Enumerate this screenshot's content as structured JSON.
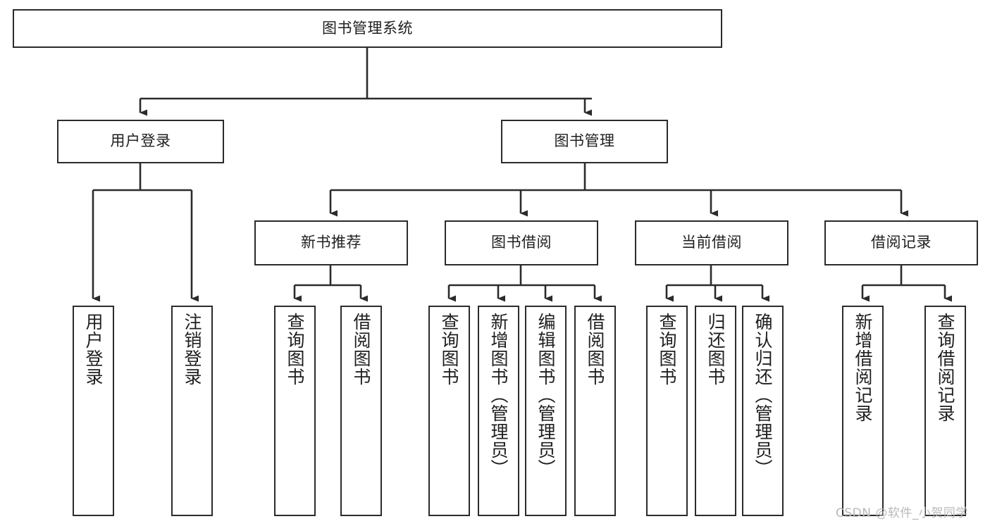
{
  "diagram": {
    "title": "图书管理系统",
    "type": "tree",
    "orientation": "top-down",
    "edge_color": "#2b2b2b",
    "node_border_color": "#2b2b2b",
    "node_fill_color": "#ffffff",
    "background_color": "#ffffff"
  },
  "watermark": {
    "text": "CSDN @软件_小贺同学",
    "color": "#b9b9b9"
  },
  "nodes": {
    "root": {
      "label": "图书管理系统"
    },
    "level2": [
      {
        "id": "user-login",
        "label": "用户登录"
      },
      {
        "id": "book-manage",
        "label": "图书管理"
      }
    ],
    "level3": [
      {
        "id": "new-book-recommend",
        "label": "新书推荐"
      },
      {
        "id": "book-borrow",
        "label": "图书借阅"
      },
      {
        "id": "current-borrow",
        "label": "当前借阅"
      },
      {
        "id": "borrow-record",
        "label": "借阅记录"
      }
    ],
    "leaves": {
      "user_login": [
        {
          "id": "leaf-user-login",
          "label": "用户登录"
        },
        {
          "id": "leaf-logout-login",
          "label": "注销登录"
        }
      ],
      "new_book_recommend": [
        {
          "id": "leaf-query-book-1",
          "label": "查询图书"
        },
        {
          "id": "leaf-borrow-book-1",
          "label": "借阅图书"
        }
      ],
      "book_borrow": [
        {
          "id": "leaf-query-book-2",
          "label": "查询图书"
        },
        {
          "id": "leaf-add-book",
          "label": "新增图书（管理员）"
        },
        {
          "id": "leaf-edit-book",
          "label": "编辑图书（管理员）"
        },
        {
          "id": "leaf-borrow-book-2",
          "label": "借阅图书"
        }
      ],
      "current_borrow": [
        {
          "id": "leaf-query-book-3",
          "label": "查询图书"
        },
        {
          "id": "leaf-return-book",
          "label": "归还图书"
        },
        {
          "id": "leaf-confirm-return",
          "label": "确认归还（管理员）"
        }
      ],
      "borrow_record": [
        {
          "id": "leaf-add-borrow-record",
          "label": "新增借阅记录"
        },
        {
          "id": "leaf-query-borrow-record",
          "label": "查询借阅记录"
        }
      ]
    }
  }
}
